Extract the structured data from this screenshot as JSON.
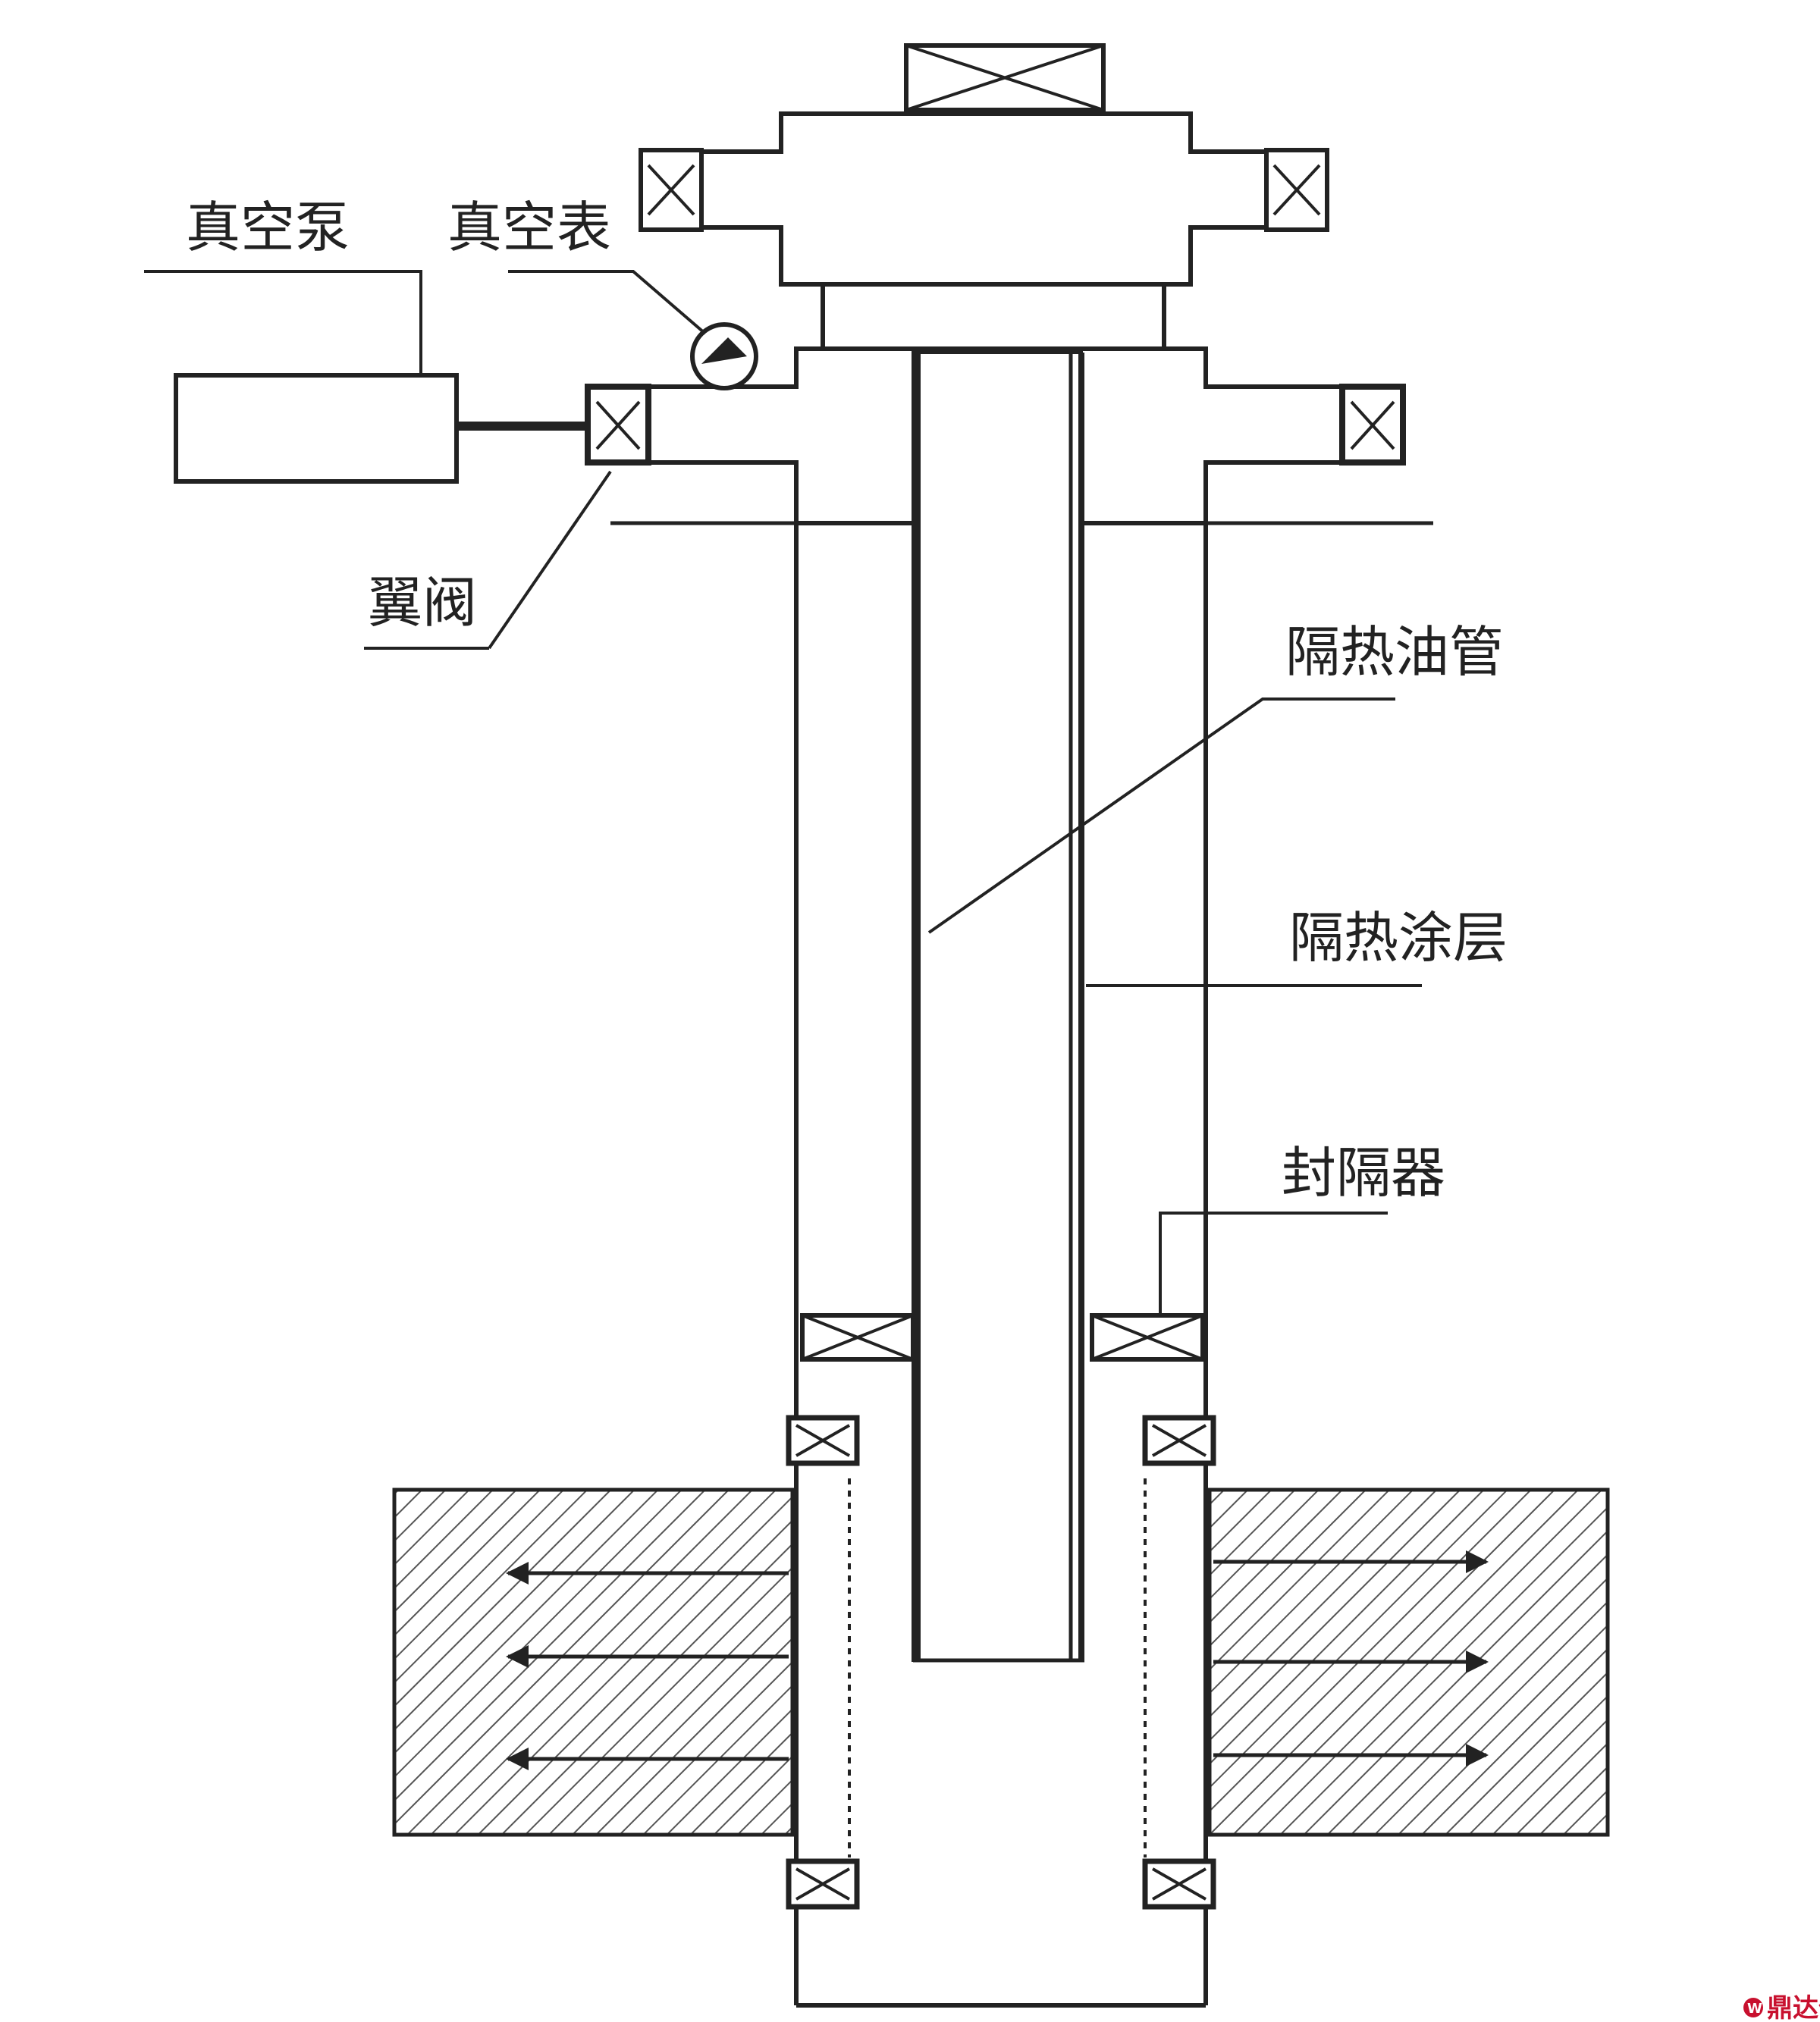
{
  "labels": {
    "vacuum_pump": "真空泵",
    "vacuum_gauge": "真空表",
    "wing_valve": "翼阀",
    "insulated_tubing": "隔热油管",
    "insulation_coating": "隔热涂层",
    "packer": "封隔器"
  },
  "watermark": {
    "badge": "W",
    "text": "鼎达信"
  },
  "colors": {
    "line": "#222222",
    "hatch": "#555555",
    "watermark": "#c8102e"
  }
}
